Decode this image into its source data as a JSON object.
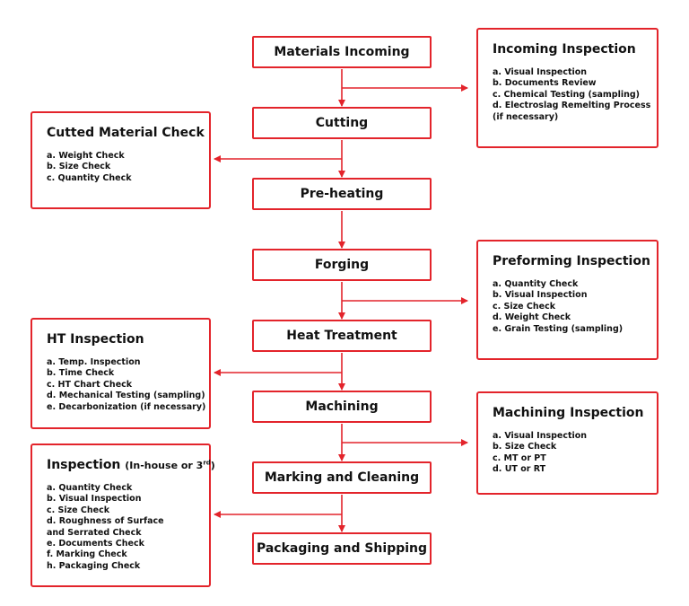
{
  "colors": {
    "accent": "#e3242b",
    "text": "#111111",
    "background": "#ffffff"
  },
  "steps": [
    "Materials Incoming",
    "Cutting",
    "Pre-heating",
    "Forging",
    "Heat Treatment",
    "Machining",
    "Marking and Cleaning",
    "Packaging and Shipping"
  ],
  "inspections": {
    "incoming": {
      "title": "Incoming Inspection",
      "items": [
        "a. Visual Inspection",
        "b. Documents Review",
        "c. Chemical Testing (sampling)",
        "d. Electroslag Remelting Process",
        "(if necessary)"
      ]
    },
    "cutted": {
      "title": "Cutted Material Check",
      "items": [
        "a. Weight Check",
        "b. Size Check",
        "c. Quantity Check"
      ]
    },
    "preforming": {
      "title": "Preforming Inspection",
      "items": [
        "a. Quantity Check",
        "b. Visual Inspection",
        "c. Size Check",
        "d. Weight Check",
        "e. Grain Testing (sampling)"
      ]
    },
    "ht": {
      "title": "HT Inspection",
      "items": [
        "a. Temp. Inspection",
        "b. Time Check",
        "c. HT Chart Check",
        "d. Mechanical Testing (sampling)",
        "e. Decarbonization (if necessary)"
      ]
    },
    "machining": {
      "title": "Machining Inspection",
      "items": [
        "a. Visual Inspection",
        "b. Size Check",
        "c. MT or PT",
        "d. UT or RT"
      ]
    },
    "final": {
      "title": "Inspection",
      "subtitle_prefix": "(In-house or 3",
      "subtitle_sup": "rd",
      "subtitle_suffix": ")",
      "items": [
        "a. Quantity Check",
        "b. Visual Inspection",
        "c. Size Check",
        "d. Roughness of Surface",
        "and Serrated Check",
        "e. Documents Check",
        "f. Marking Check",
        "h. Packaging Check"
      ]
    }
  }
}
